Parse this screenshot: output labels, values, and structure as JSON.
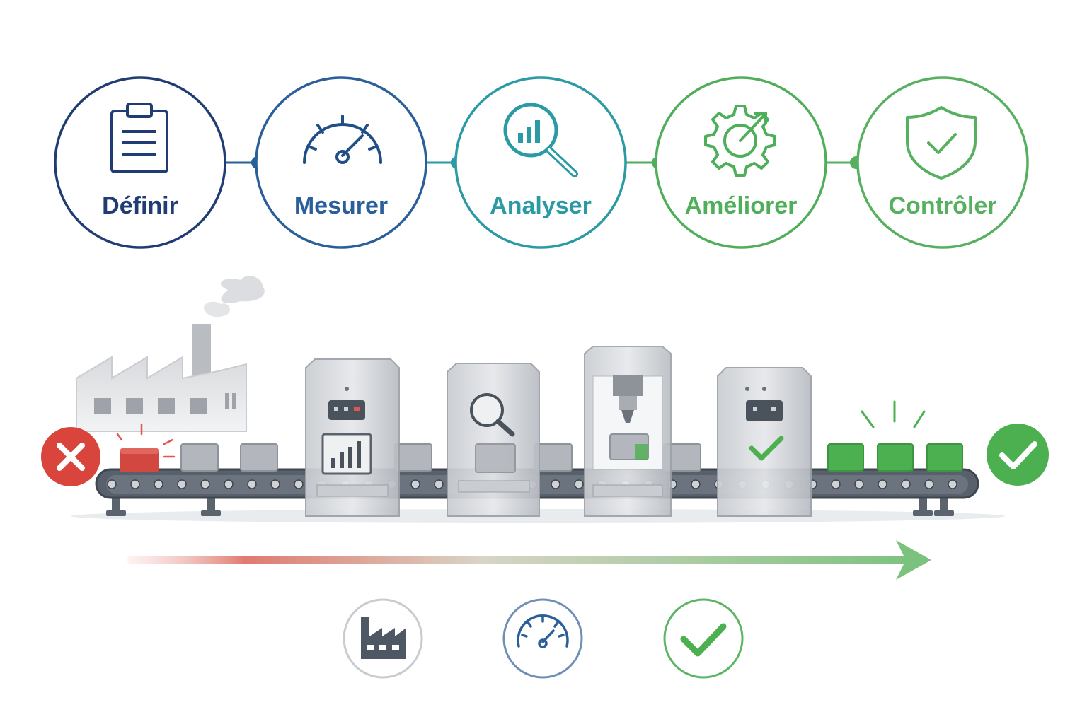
{
  "steps": [
    {
      "label": "Définir",
      "color": "#1f3d73",
      "icon": "clipboard-icon"
    },
    {
      "label": "Mesurer",
      "color": "#2a5f9a",
      "icon": "gauge-icon"
    },
    {
      "label": "Analyser",
      "color": "#2a9aa5",
      "icon": "magnifier-chart-icon"
    },
    {
      "label": "Améliorer",
      "color": "#4fae5a",
      "icon": "gear-arrow-icon"
    },
    {
      "label": "Contrôler",
      "color": "#56b05f",
      "icon": "shield-check-icon"
    }
  ],
  "status": {
    "reject_color": "#d9443c",
    "accept_color": "#4caf50",
    "reject_icon": "cross-icon",
    "accept_icon": "check-icon"
  },
  "bottom_icons": [
    {
      "icon": "factory-icon",
      "color": "#8a8f96"
    },
    {
      "icon": "gauge-icon",
      "color": "#2a5f9a"
    },
    {
      "icon": "check-icon",
      "color": "#4caf50"
    }
  ]
}
